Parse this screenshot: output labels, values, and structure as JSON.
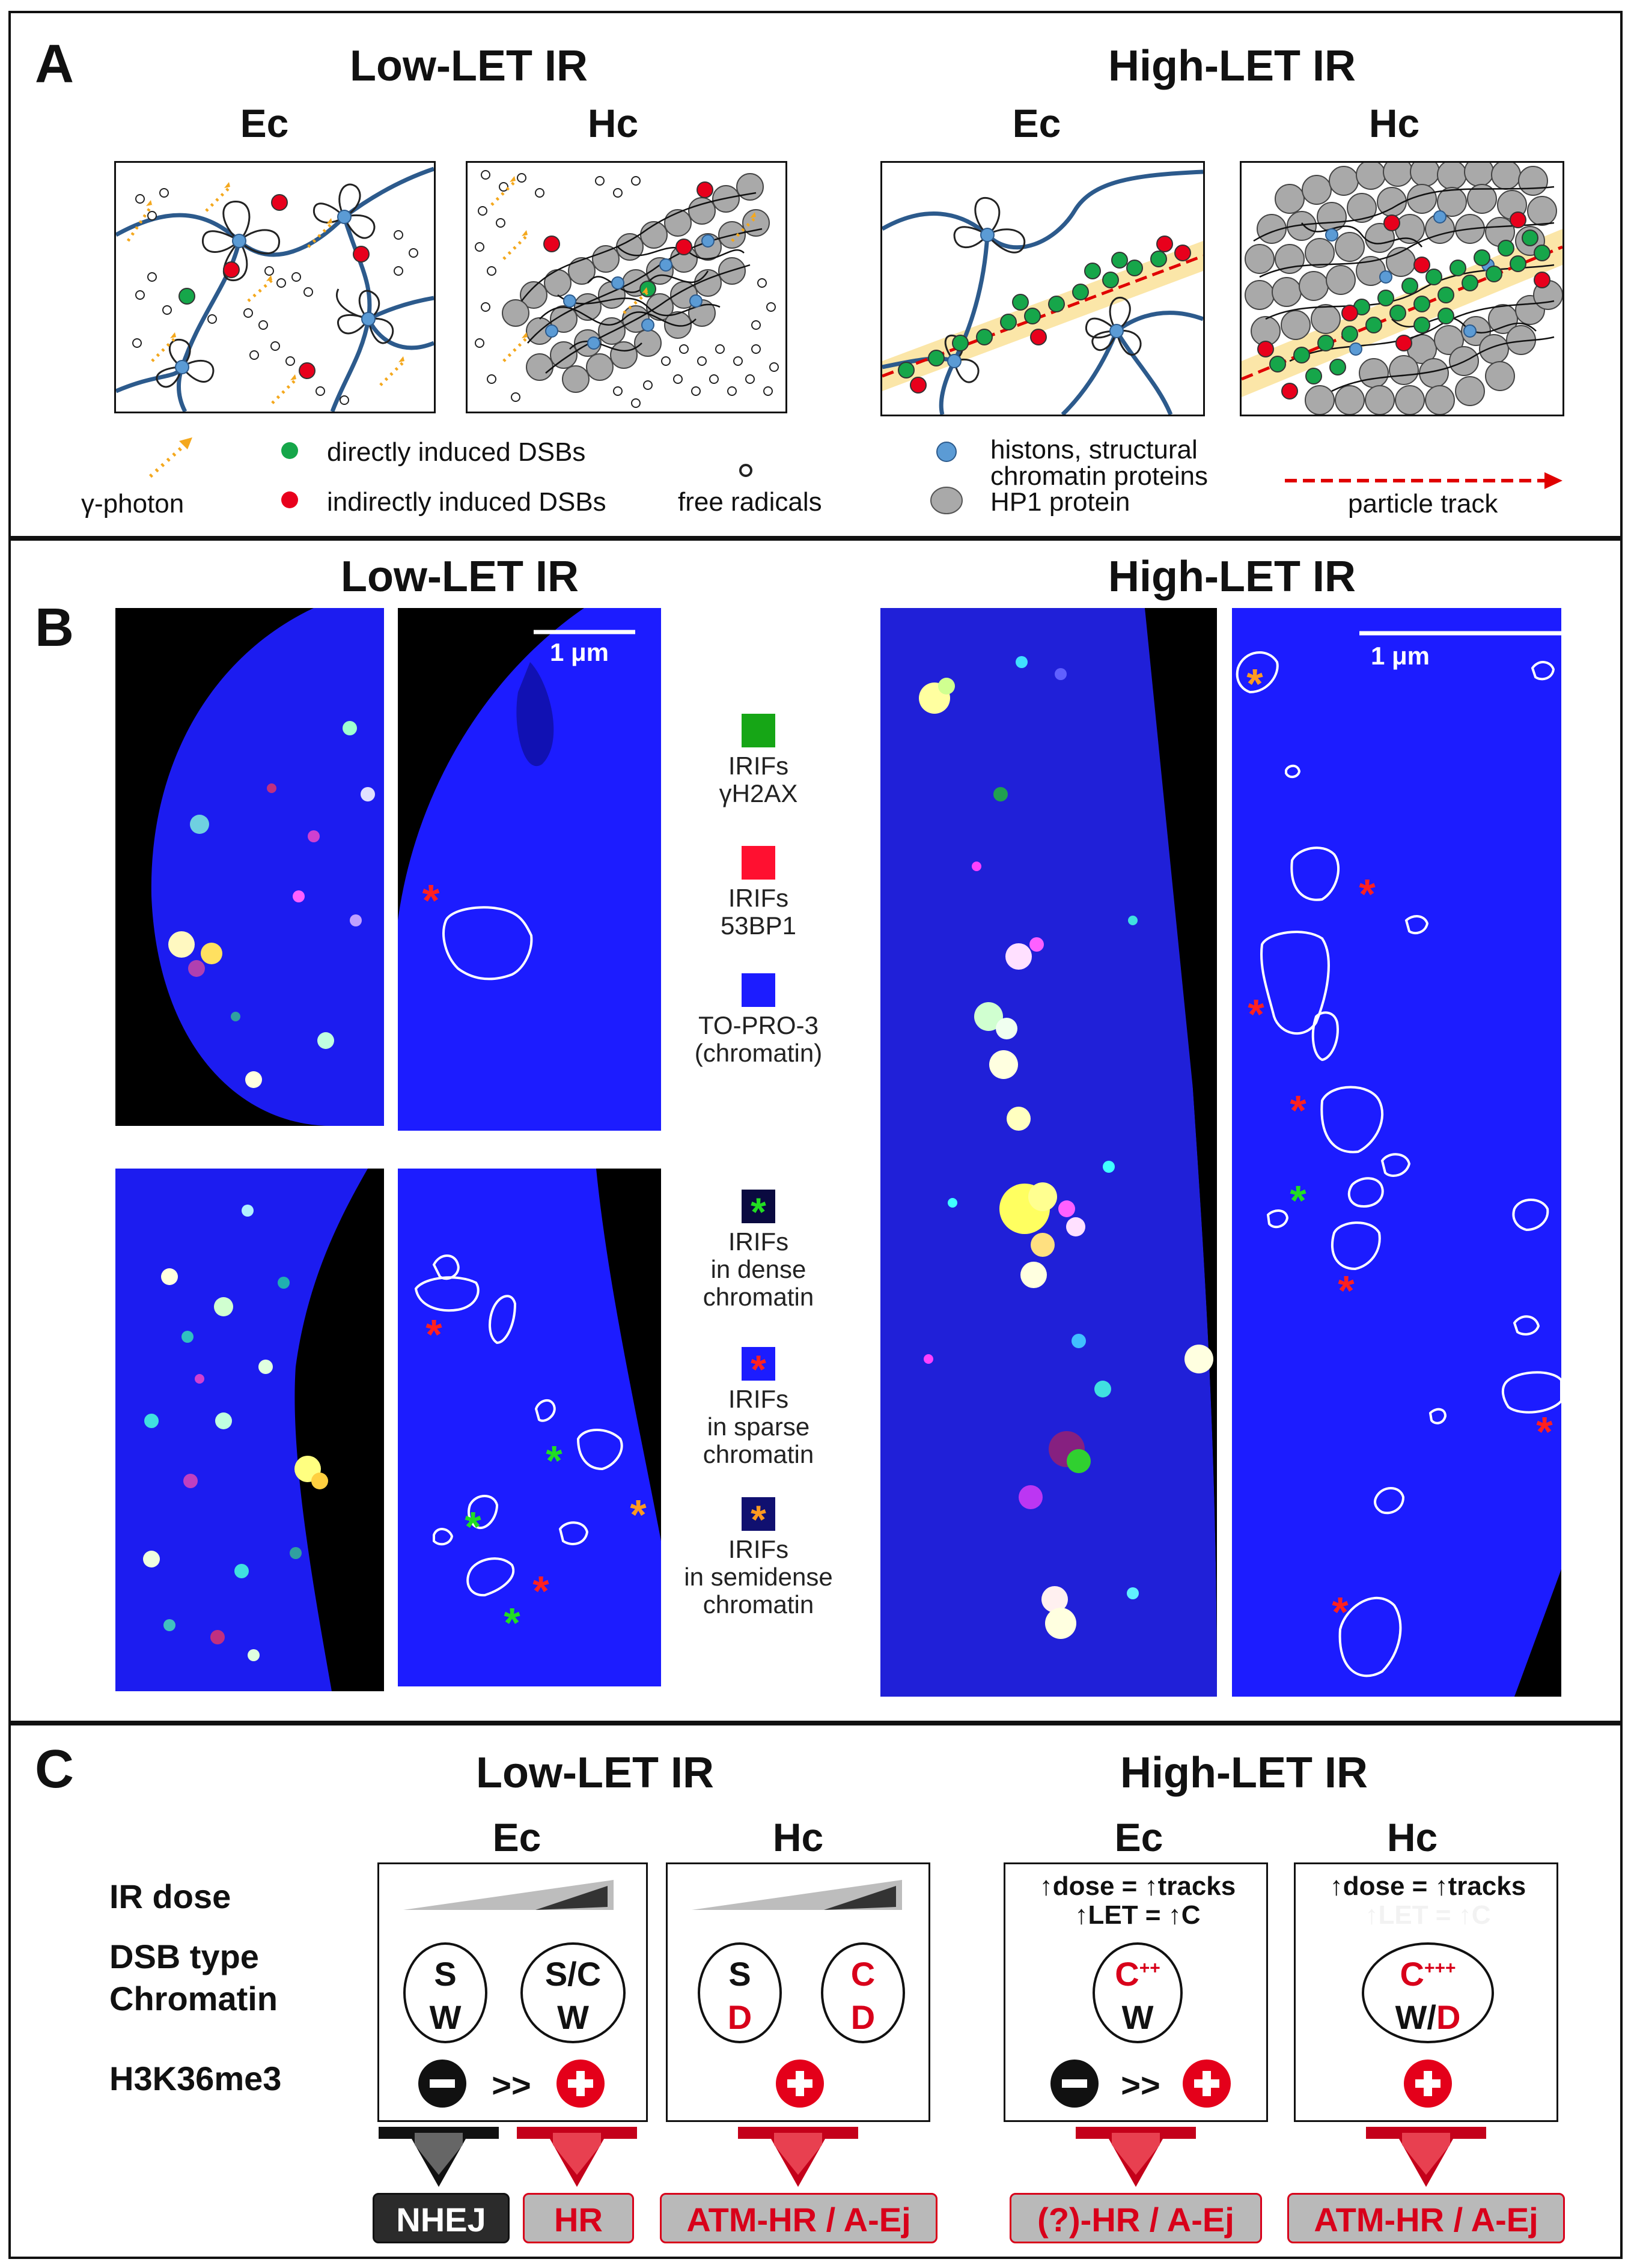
{
  "panelA": {
    "letter": "A",
    "low_title": "Low-LET IR",
    "high_title": "High-LET IR",
    "ec": "Ec",
    "hc": "Hc",
    "legend": {
      "photon": "γ-photon",
      "direct": "directly induced DSBs",
      "indirect": "indirectly induced DSBs",
      "radicals": "free radicals",
      "histones_1": "histons, structural",
      "histones_2": "chromatin proteins",
      "hp1": "HP1 protein",
      "track": "particle track"
    },
    "colors": {
      "green": "#16a64a",
      "red": "#e8001c",
      "blue": "#5b9bd5",
      "gray": "#a9a9a9",
      "orange": "#f4a81d",
      "track": "#e00000",
      "chromatin": "#2c5a8c"
    }
  },
  "panelB": {
    "letter": "B",
    "low_title": "Low-LET IR",
    "high_title": "High-LET IR",
    "scale_low": "1 μm",
    "scale_high": "1 μm",
    "legend": {
      "gh2ax_1": "IRIFs",
      "gh2ax_2": "γH2AX",
      "bp53_1": "IRIFs",
      "bp53_2": "53BP1",
      "topro_1": "TO-PRO-3",
      "topro_2": "(chromatin)",
      "dense_1": "IRIFs",
      "dense_2": "in dense",
      "dense_3": "chromatin",
      "sparse_1": "IRIFs",
      "sparse_2": "in sparse",
      "sparse_3": "chromatin",
      "semi_1": "IRIFs",
      "semi_2": "in semidense",
      "semi_3": "chromatin"
    },
    "colors": {
      "nucleus": "#1c1cff",
      "background": "#000000",
      "outline": "#ffffff",
      "green_star": "#22dd22",
      "red_star": "#ff2020",
      "orange_star": "#ff9a20"
    }
  },
  "panelC": {
    "letter": "C",
    "low_title": "Low-LET IR",
    "high_title": "High-LET IR",
    "ec": "Ec",
    "hc": "Hc",
    "row_ir_dose": "IR dose",
    "row_dsb_type": "DSB type",
    "row_chromatin": "Chromatin",
    "row_h3k": "H3K36me3",
    "low_ec": {
      "oval1_top": "S",
      "oval1_bot": "W",
      "oval2_top": "S/C",
      "oval2_bot": "W",
      "compare": ">>"
    },
    "low_hc": {
      "oval1_top": "S",
      "oval1_bot": "D",
      "oval2_top": "C",
      "oval2_bot": "D"
    },
    "high_ec": {
      "line1": "↑dose = ↑tracks",
      "line2": "↑LET = ↑C",
      "oval_top": "C",
      "oval_sup": "++",
      "oval_bot": "W",
      "compare": ">>"
    },
    "high_hc": {
      "line1": "↑dose = ↑tracks",
      "line2": "↑LET = ↑C",
      "oval_top": "C",
      "oval_sup": "+++",
      "oval_bot_w": "W/",
      "oval_bot_d": "D"
    },
    "pathways": {
      "nhej": "NHEJ",
      "hr": "HR",
      "atm1": "ATM-HR / A-Ej",
      "qhr": "(?)-HR / A-Ej",
      "atm2": "ATM-HR / A-Ej"
    },
    "colors": {
      "red": "#d8001a",
      "dark": "#2b2b2b",
      "pathway_bg": "#b9b9b9"
    }
  }
}
